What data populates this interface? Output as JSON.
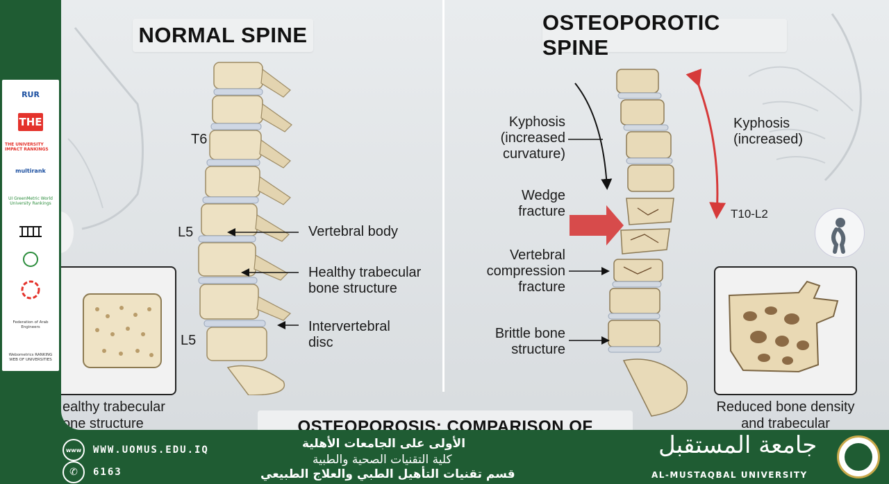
{
  "panels": {
    "left": {
      "title": "NORMAL SPINE"
    },
    "right": {
      "title": "OSTEOPOROTIC SPINE"
    }
  },
  "labels": {
    "t6": "T6",
    "l5_upper": "L5",
    "l5_lower": "L5",
    "vertebral_body": "Vertebral body",
    "healthy_trabecular": [
      "Healthy trabecular",
      "bone structure"
    ],
    "intervertebral_disc": [
      "Intervertebral",
      "disc"
    ],
    "kyphosis_left": [
      "Kyphosis",
      "(increased",
      "curvature)"
    ],
    "wedge_fracture": [
      "Wedge",
      "fracture"
    ],
    "vertebral_compression": [
      "Vertebral",
      "compression",
      "fracture"
    ],
    "brittle_bone": [
      "Brittle bone",
      "structure"
    ],
    "kyphosis_right": [
      "Kyphosis",
      "(increased)"
    ],
    "t10_l2": "T10-L2"
  },
  "captions": {
    "left": [
      "ealthy trabecular",
      "one structure"
    ],
    "right": [
      "Reduced bone density",
      "and trabecular"
    ]
  },
  "banner": "OSTEOPOROSIS: COMPARISON OF",
  "sidebar_logos": [
    "RUR",
    "THE",
    "THE UNIVERSITY IMPACT RANKINGS",
    "multirank",
    "UI GreenMetric World University Rankings",
    "Federation of Arab Engineers",
    "Webometrics RANKING WEB OF UNIVERSITIES"
  ],
  "footer": {
    "website_icon": "www",
    "website": "WWW.UOMUS.EDU.IQ",
    "phone": "6163",
    "arabic_line1": "الأولى على الجامعات الأهلية",
    "arabic_line2": "كلية التقنيات الصحية والطبية",
    "arabic_line3": "قسم تقنيات التأهيل الطبي والعلاج الطبيعي",
    "university_ar": "جامعة المستقبل",
    "university_en": "AL-MUSTAQBAL UNIVERSITY"
  },
  "colors": {
    "brand_green": "#1f5c33",
    "arrow_red": "#d63a3a"
  }
}
